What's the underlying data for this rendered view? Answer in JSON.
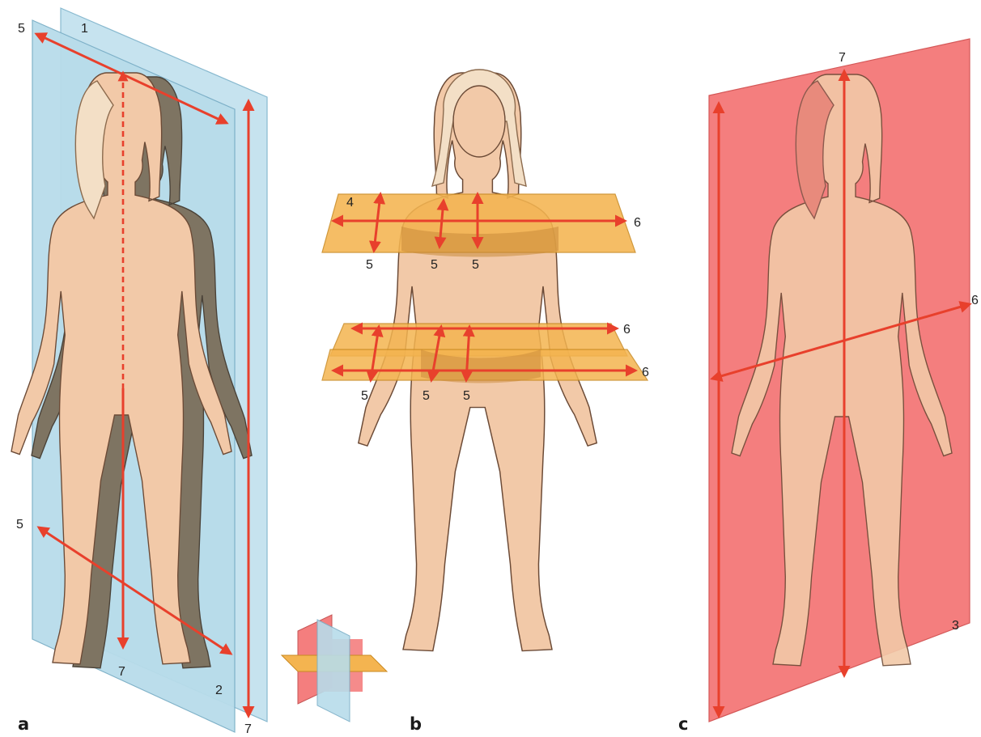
{
  "figure": {
    "panels": [
      {
        "id": "a",
        "label": "a",
        "plane": "sagittal",
        "plane_color": "#b8dcea"
      },
      {
        "id": "b",
        "label": "b",
        "plane": "transverse",
        "plane_color": "#f4b450"
      },
      {
        "id": "c",
        "label": "c",
        "plane": "frontal",
        "plane_color": "#f47e7e"
      }
    ],
    "panel_a_numbers": {
      "n1": "1",
      "n2": "2",
      "n5_top": "5",
      "n5_bottom": "5",
      "n7_center": "7",
      "n7_bottom": "7"
    },
    "panel_b_numbers": {
      "n4": "4",
      "n6_upper": "6",
      "n6_mid": "6",
      "n6_lower": "6",
      "n5_u1": "5",
      "n5_u2": "5",
      "n5_u3": "5",
      "n5_l1": "5",
      "n5_l2": "5",
      "n5_l3": "5"
    },
    "panel_c_numbers": {
      "n7": "7",
      "n6": "6",
      "n3": "3"
    },
    "colors": {
      "sagittal_plane": "#b8dcea",
      "transverse_plane": "#f4b450",
      "frontal_plane": "#f47e7e",
      "arrow": "#e8402c",
      "skin": "#f2c9a8",
      "shadow_half": "#7e7462"
    }
  }
}
